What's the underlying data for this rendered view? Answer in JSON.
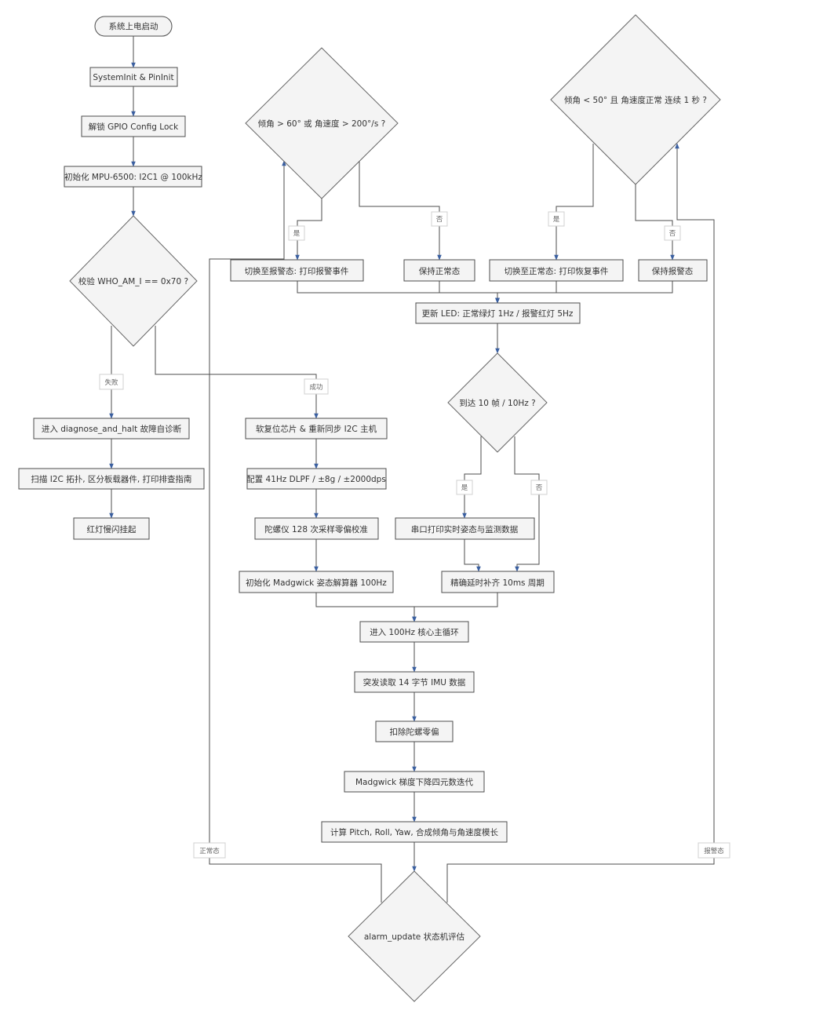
{
  "nodes": {
    "start": "系统上电启动",
    "sys_init": "SystemInit & PinInit",
    "unlock": "解锁 GPIO Config Lock",
    "mpu_init": "初始化 MPU-6500: I2C1 @ 100kHz",
    "who_am_i": "校验 WHO_AM_I == 0x70 ?",
    "diagnose": "进入 diagnose_and_halt 故障自诊断",
    "scan": "扫描 I2C 拓扑, 区分板载器件, 打印排查指南",
    "red_blink": "红灯慢闪挂起",
    "soft_reset": "软复位芯片 & 重新同步 I2C 主机",
    "config": "配置 41Hz DLPF / ±8g / ±2000dps",
    "gyro_cal": "陀螺仪 128 次采样零偏校准",
    "madgwick_init": "初始化 Madgwick 姿态解算器 100Hz",
    "main_loop": "进入 100Hz 核心主循环",
    "read_imu": "突发读取 14 字节 IMU 数据",
    "remove_bias": "扣除陀螺零偏",
    "madgwick_iter": "Madgwick 梯度下降四元数迭代",
    "compute": "计算 Pitch, Roll, Yaw, 合成倾角与角速度模长",
    "alarm_update": "alarm_update 状态机评估",
    "check_alarm": "倾角 > 60° 或 角速度 > 200°/s ?",
    "check_normal": "倾角 < 50° 且 角速度正常 连续 1 秒 ?",
    "to_alarm": "切换至报警态: 打印报警事件",
    "keep_normal": "保持正常态",
    "to_normal": "切换至正常态: 打印恢复事件",
    "keep_alarm": "保持报警态",
    "update_led": "更新 LED: 正常绿灯 1Hz / 报警红灯 5Hz",
    "frame_check": "到达 10 帧 / 10Hz ?",
    "serial_print": "串口打印实时姿态与监测数据",
    "delay": "精确延时补齐 10ms 周期"
  },
  "edge_labels": {
    "fail": "失败",
    "success": "成功",
    "yes": "是",
    "no": "否",
    "normal_state": "正常态",
    "alarm_state": "报警态"
  }
}
